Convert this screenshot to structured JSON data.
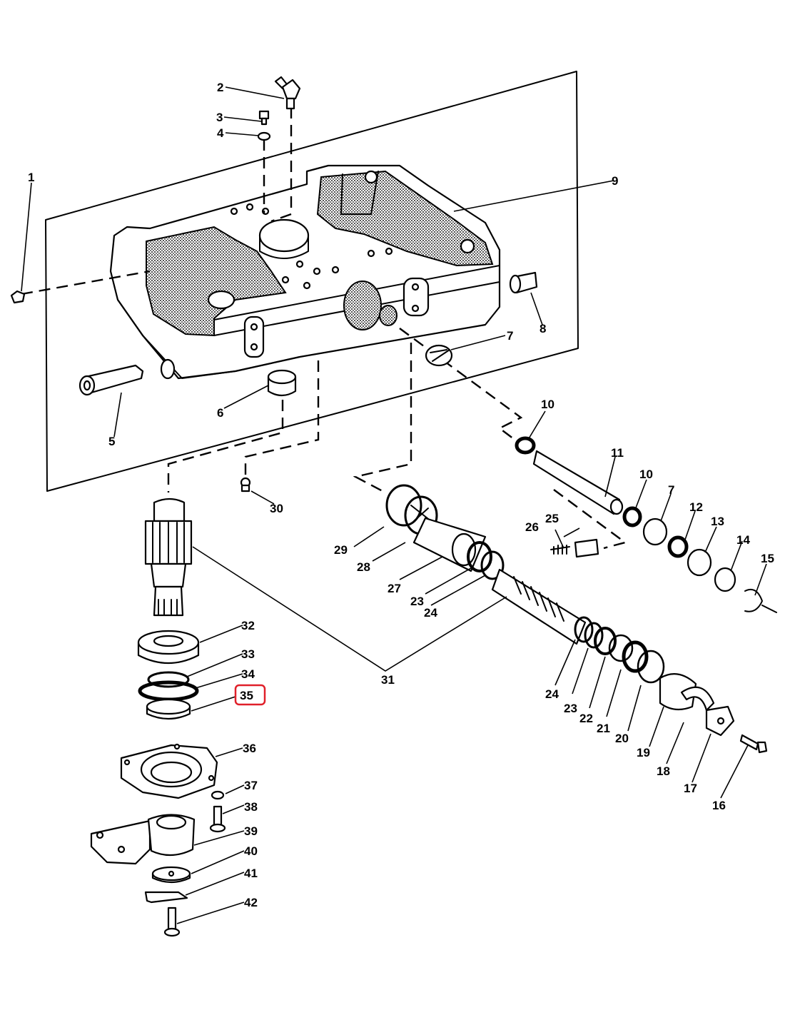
{
  "diagram": {
    "highlight_color": "#e0202a",
    "highlighted_callout": "35",
    "callouts": {
      "c1": "1",
      "c2": "2",
      "c3": "3",
      "c4": "4",
      "c5": "5",
      "c6": "6",
      "c7a": "7",
      "c7b": "7",
      "c8": "8",
      "c9": "9",
      "c10a": "10",
      "c10b": "10",
      "c11": "11",
      "c12": "12",
      "c13": "13",
      "c14": "14",
      "c15": "15",
      "c16": "16",
      "c17": "17",
      "c18": "18",
      "c19": "19",
      "c20": "20",
      "c21": "21",
      "c22": "22",
      "c23a": "23",
      "c23b": "23",
      "c24a": "24",
      "c24b": "24",
      "c25": "25",
      "c26": "26",
      "c27": "27",
      "c28": "28",
      "c29": "29",
      "c30": "30",
      "c31": "31",
      "c32": "32",
      "c33": "33",
      "c34": "34",
      "c35": "35",
      "c36": "36",
      "c37": "37",
      "c38": "38",
      "c39": "39",
      "c40": "40",
      "c41": "41",
      "c42": "42"
    }
  }
}
